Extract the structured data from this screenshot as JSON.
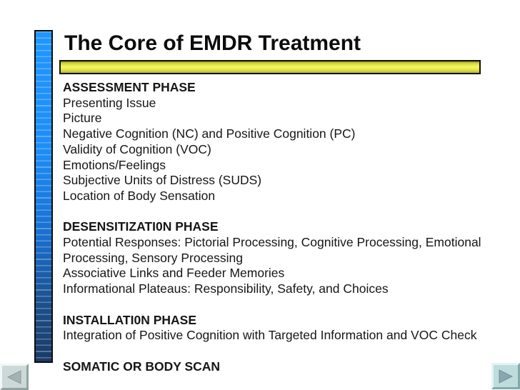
{
  "slide": {
    "title": "The Core of EMDR Treatment",
    "body_lines": [
      "ASSESSMENT PHASE",
      "Presenting Issue",
      "Picture",
      "Negative Cognition (NC) and Positive Cognition (PC)",
      "Validity of Cognition (VOC)",
      "Emotions/Feelings",
      "Subjective Units of Distress (SUDS)",
      "Location of Body Sensation",
      "",
      "DESENSITIZATI0N PHASE",
      "Potential Responses: Pictorial Processing, Cognitive Processing, Emotional",
      "Processing, Sensory Processing",
      "Associative Links and Feeder Memories",
      "Informational Plateaus: Responsibility, Safety, and Choices",
      "",
      "INSTALLATI0N PHASE",
      "Integration of Positive Cognition with Targeted Information and VOC Check",
      "",
      "SOMATIC OR BODY SCAN"
    ],
    "nav": {
      "prev_icon": "left-triangle",
      "next_icon": "right-triangle"
    },
    "colors": {
      "accent_bar_top": "#2196FF",
      "accent_bar_bottom": "#1B3A66",
      "divider_yellow": "#EEF05A",
      "prev_button_face": "#CCD9D7",
      "next_button_face": "#BFDCDD"
    }
  }
}
